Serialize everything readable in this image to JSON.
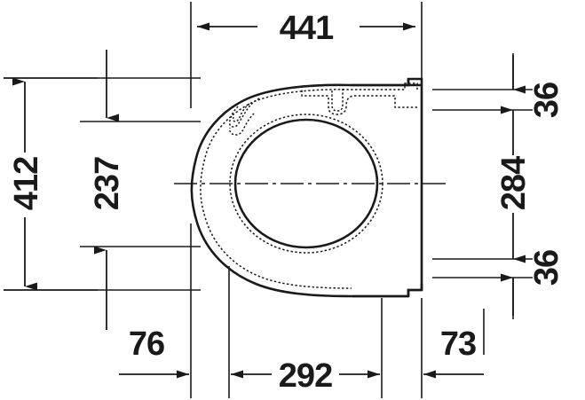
{
  "drawing": {
    "type": "technical-dimension-drawing",
    "subject": "toilet seat plan view",
    "units": "mm",
    "background_color": "#ffffff",
    "line_color": "#1a1a1a",
    "dimensions": {
      "top_width": "441",
      "left_outer_height": "412",
      "left_inner_height": "237",
      "right_top_offset": "36",
      "right_center_height": "284",
      "right_bottom_offset": "36",
      "bottom_left_offset": "76",
      "bottom_center_width": "292",
      "bottom_right_offset": "73"
    }
  },
  "chart_data": {
    "type": "table",
    "title": "",
    "categories": [
      "441",
      "412",
      "237",
      "36",
      "284",
      "36",
      "76",
      "292",
      "73"
    ],
    "values": [
      441,
      412,
      237,
      36,
      284,
      36,
      76,
      292,
      73
    ],
    "xlabel": "",
    "ylabel": "",
    "annotations": [
      {
        "label": "441",
        "orientation": "horizontal",
        "position": "top",
        "description": "overall width"
      },
      {
        "label": "412",
        "orientation": "vertical",
        "position": "left-outer",
        "description": "overall depth"
      },
      {
        "label": "237",
        "orientation": "vertical",
        "position": "left-inner",
        "description": "inner opening depth"
      },
      {
        "label": "36",
        "orientation": "vertical",
        "position": "right-top",
        "description": "top offset"
      },
      {
        "label": "284",
        "orientation": "vertical",
        "position": "right-center",
        "description": "center height"
      },
      {
        "label": "36",
        "orientation": "vertical",
        "position": "right-bottom",
        "description": "bottom offset"
      },
      {
        "label": "76",
        "orientation": "horizontal",
        "position": "bottom-left",
        "description": "left offset"
      },
      {
        "label": "292",
        "orientation": "horizontal",
        "position": "bottom-center",
        "description": "hinge span"
      },
      {
        "label": "73",
        "orientation": "horizontal",
        "position": "bottom-right",
        "description": "right offset"
      }
    ]
  }
}
